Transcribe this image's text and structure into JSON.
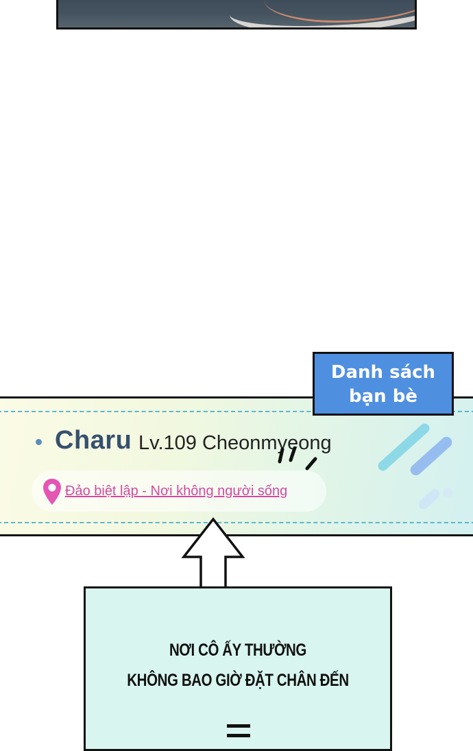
{
  "profile": {
    "name": "Charu",
    "level_text": "Lv.109 Cheonmyeong",
    "location": "Đảo biệt lập - Nơi không người sống"
  },
  "friends_list": {
    "line1": "Danh sách",
    "line2": "bạn bè"
  },
  "caption": {
    "line1": "NƠI CÔ ẤY THƯỜNG",
    "line2": "KHÔNG BAO GIỜ ĐẶT CHÂN ĐẾN"
  },
  "colors": {
    "name": "#36506e",
    "location": "#d34aa0",
    "friends_button": "#4f8fe0",
    "caption_box": "#d8f6ef",
    "dashed_line": "#59b6cf"
  },
  "icons": {
    "location": "map-pin-icon",
    "pointer": "up-arrow-icon"
  }
}
